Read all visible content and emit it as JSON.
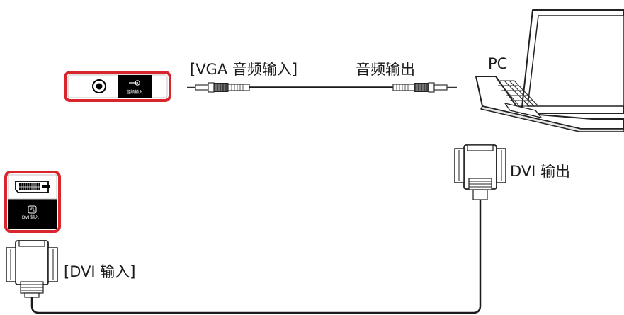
{
  "labels": {
    "vga_audio_in": "[VGA 音频输入]",
    "audio_out": "音频输出",
    "pc": "PC",
    "dvi_out": "DVI 输出",
    "dvi_in": "[DVI 输入]"
  },
  "panel_labels": {
    "audio_input_port": "音频输入",
    "dvi_input_port": "DVI 输入"
  },
  "colors": {
    "highlight": "#d9262c",
    "panel_black": "#000000",
    "line": "#222222",
    "cable": "#1a1a1a",
    "laptop_gray": "#d8d8d8"
  },
  "icons": {
    "audio_jack": "audio-jack-icon",
    "audio_input": "audio-input-arrow-icon",
    "dvi_port": "dvi-port-icon",
    "dvi_input": "dvi-input-icon"
  }
}
